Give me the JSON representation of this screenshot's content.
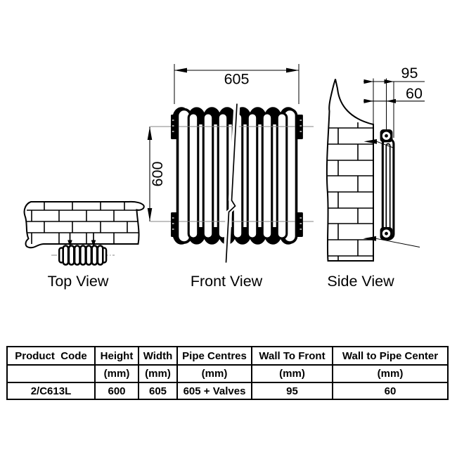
{
  "views": {
    "top": {
      "label": "Top View"
    },
    "front": {
      "label": "Front View",
      "dim_width": "605",
      "dim_height": "600"
    },
    "side": {
      "label": "Side View",
      "dim_wall_to_front": "95",
      "dim_wall_to_pipe_center": "60"
    }
  },
  "table": {
    "headers": [
      "Product  Code",
      "Height",
      "Width",
      "Pipe Centres",
      "Wall To Front",
      "Wall to Pipe Center"
    ],
    "units": [
      "",
      "(mm)",
      "(mm)",
      "(mm)",
      "(mm)",
      "(mm)"
    ],
    "rows": [
      [
        "2/C613L",
        "600",
        "605",
        "605 + Valves",
        "95",
        "60"
      ]
    ]
  },
  "colors": {
    "line": "#000000",
    "background": "#ffffff",
    "witness_line": "#848484"
  }
}
